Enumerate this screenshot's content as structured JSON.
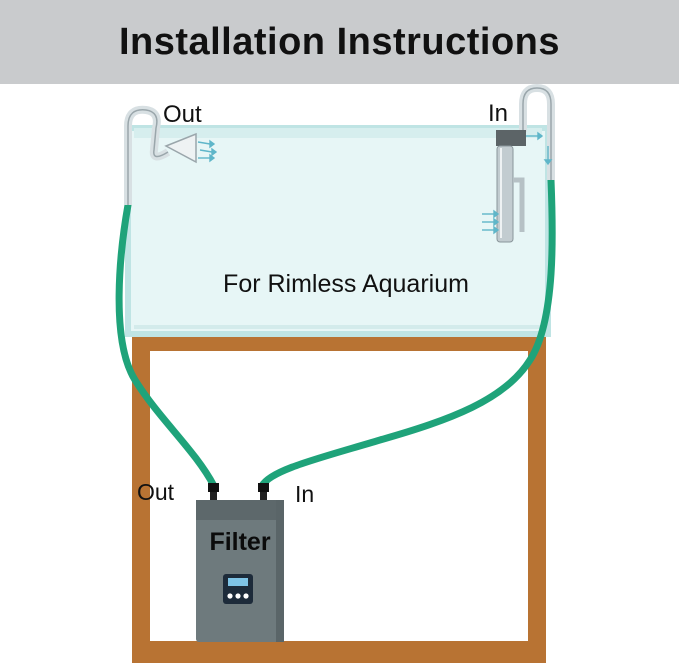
{
  "title": "Installation Instructions",
  "tank": {
    "caption": "For Rimless Aquarium"
  },
  "labels": {
    "outflow_top": "Out",
    "inflow_top": "In",
    "filter_out": "Out",
    "filter_in": "In"
  },
  "filter": {
    "name": "Filter"
  },
  "colors": {
    "header_bg": "#c9cbcd",
    "tank_water": "#e6f5f5",
    "tank_edge": "#bfe3e3",
    "stand_wood": "#b87333",
    "hose": "#1fa37a",
    "filter_body": "#6e7a7d",
    "panel": "#1d2b3a",
    "display": "#7fc4e6"
  },
  "icons": [
    "outflow-pipe-icon",
    "inflow-pipe-icon",
    "flow-arrow-icon",
    "control-panel-icon"
  ]
}
